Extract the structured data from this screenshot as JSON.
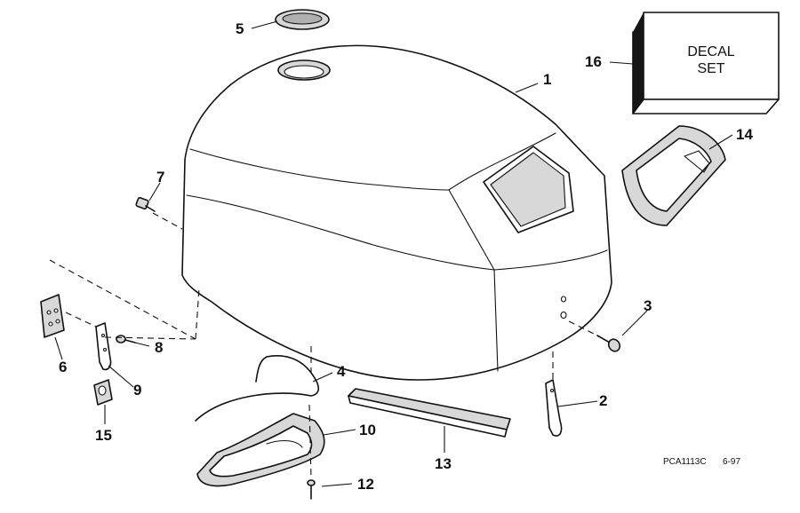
{
  "diagram": {
    "callouts": [
      {
        "id": "1",
        "text": "1"
      },
      {
        "id": "2",
        "text": "2"
      },
      {
        "id": "3",
        "text": "3"
      },
      {
        "id": "4",
        "text": "4"
      },
      {
        "id": "5",
        "text": "5"
      },
      {
        "id": "6",
        "text": "6"
      },
      {
        "id": "7",
        "text": "7"
      },
      {
        "id": "8",
        "text": "8"
      },
      {
        "id": "9",
        "text": "9"
      },
      {
        "id": "10",
        "text": "10"
      },
      {
        "id": "12",
        "text": "12"
      },
      {
        "id": "13",
        "text": "13"
      },
      {
        "id": "14",
        "text": "14"
      },
      {
        "id": "15",
        "text": "15"
      },
      {
        "id": "16",
        "text": "16"
      }
    ],
    "decal_box": {
      "line1": "DECAL",
      "line2": "SET"
    },
    "reference": {
      "code": "PCA1113C",
      "date": "6-97"
    }
  }
}
